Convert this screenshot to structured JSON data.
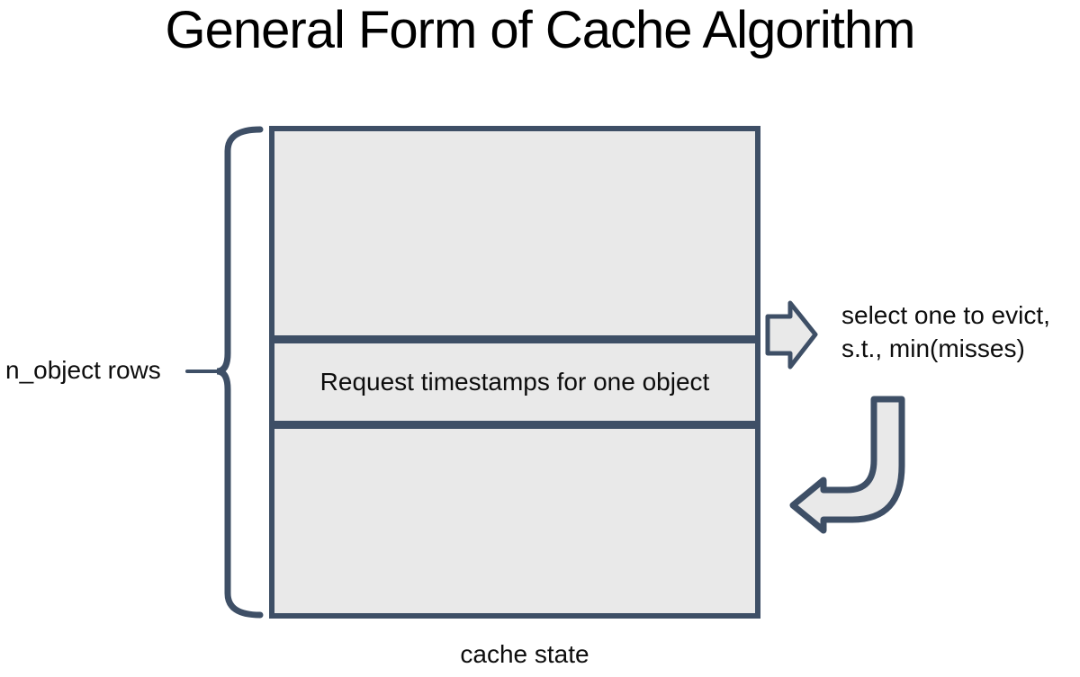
{
  "title": "General Form of Cache Algorithm",
  "diagram": {
    "left_brace_label": "n_object rows",
    "box_middle_label": "Request timestamps for one object",
    "box_caption": "cache state",
    "evict_note_line1": "select one to evict,",
    "evict_note_line2": "s.t., min(misses)"
  },
  "colors": {
    "shape_border": "#3e4f66",
    "shape_fill": "#e9e9e9",
    "text_color": "#0d0d0d"
  }
}
